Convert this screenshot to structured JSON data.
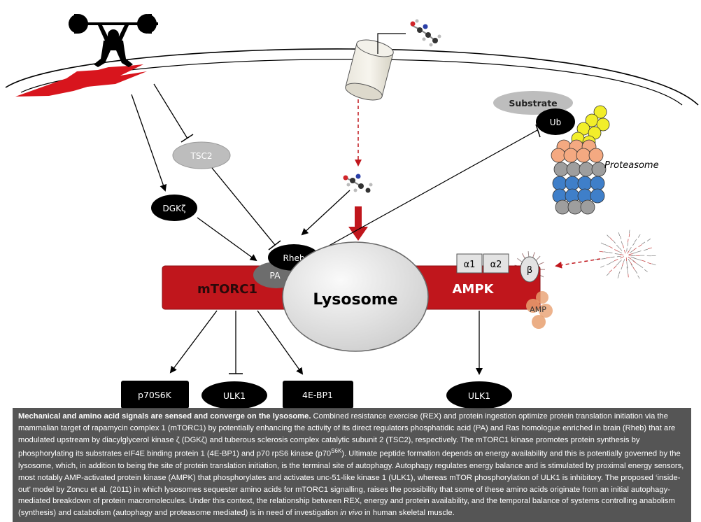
{
  "diagram": {
    "labels": {
      "tsc2": "TSC2",
      "dgk": "DGKζ",
      "rheb": "Rheb",
      "pa": "PA",
      "mtorc1": "mTORC1",
      "lysosome": "Lysosome",
      "ampk": "AMPK",
      "alpha1": "α1",
      "alpha2": "α2",
      "beta": "β",
      "amp": "AMP",
      "substrate": "Substrate",
      "ub": "Ub",
      "proteasome": "Proteasome",
      "p70s6k": "p70S6K",
      "ulk1_left": "ULK1",
      "eb1": "4E-BP1",
      "ulk1_right": "ULK1"
    },
    "colors": {
      "red_band": "#c0161c",
      "dark_node": "#000000",
      "grey_node": "#bdbdbd",
      "lysosome": "#e8e8e8",
      "proteasome_yellow": "#f2ee2a",
      "proteasome_orange": "#f4a981",
      "proteasome_grey": "#9e9e9e",
      "proteasome_blue": "#3f7fc9",
      "amp_orange": "#e8a070"
    },
    "icons": [
      "weightlifter-icon",
      "amino-acid-molecule-icon",
      "membrane-transporter-icon",
      "dendrimer-icon"
    ]
  },
  "caption": {
    "title": "Mechanical and amino acid signals are sensed and converge on the lysosome.",
    "p1": " Combined resistance exercise (REX) and protein ingestion optimize protein translation initiation via the mammalian target of rapamycin complex 1 (mTORC1) by potentially enhancing the activity of its direct regulators phosphatidic acid (PA) and Ras homologue enriched in brain (Rheb) that are modulated upstream by diacylglycerol kinase ζ (DGKζ) and tuberous sclerosis complex catalytic subunit 2 (TSC2), respectively. The mTORC1 kinase promotes protein synthesis by phosphorylating its substrates eIF4E binding protein 1 (4E-BP1) and p70 rpS6 kinase (p70",
    "sup": "S6K",
    "p2": "). Ultimate peptide formation depends on energy availability and this is potentially governed by the lysosome, which, in addition to being the site of protein translation initiation, is the terminal site of autophagy. Autophagy regulates energy balance and is stimulated by proximal energy sensors, most notably AMP-activated protein kinase (AMPK) that phosphorylates and activates unc-51-like kinase 1 (ULK1), whereas mTOR phosphorylation of ULK1 is inhibitory. The proposed ‘inside-out’ model by Zoncu et al. (2011) in which lysosomes sequester amino acids for mTORC1 signalling, raises the possibility that some of these amino acids originate from an initial autophagy-mediated breakdown of protein macromolecules. Under this context, the relationship between REX, energy and protein availability, and the temporal balance of systems controlling anabolism (synthesis) and catabolism (autophagy and proteasome mediated) is in need of investigation ",
    "em": "in vivo",
    "p3": " in human skeletal muscle."
  }
}
